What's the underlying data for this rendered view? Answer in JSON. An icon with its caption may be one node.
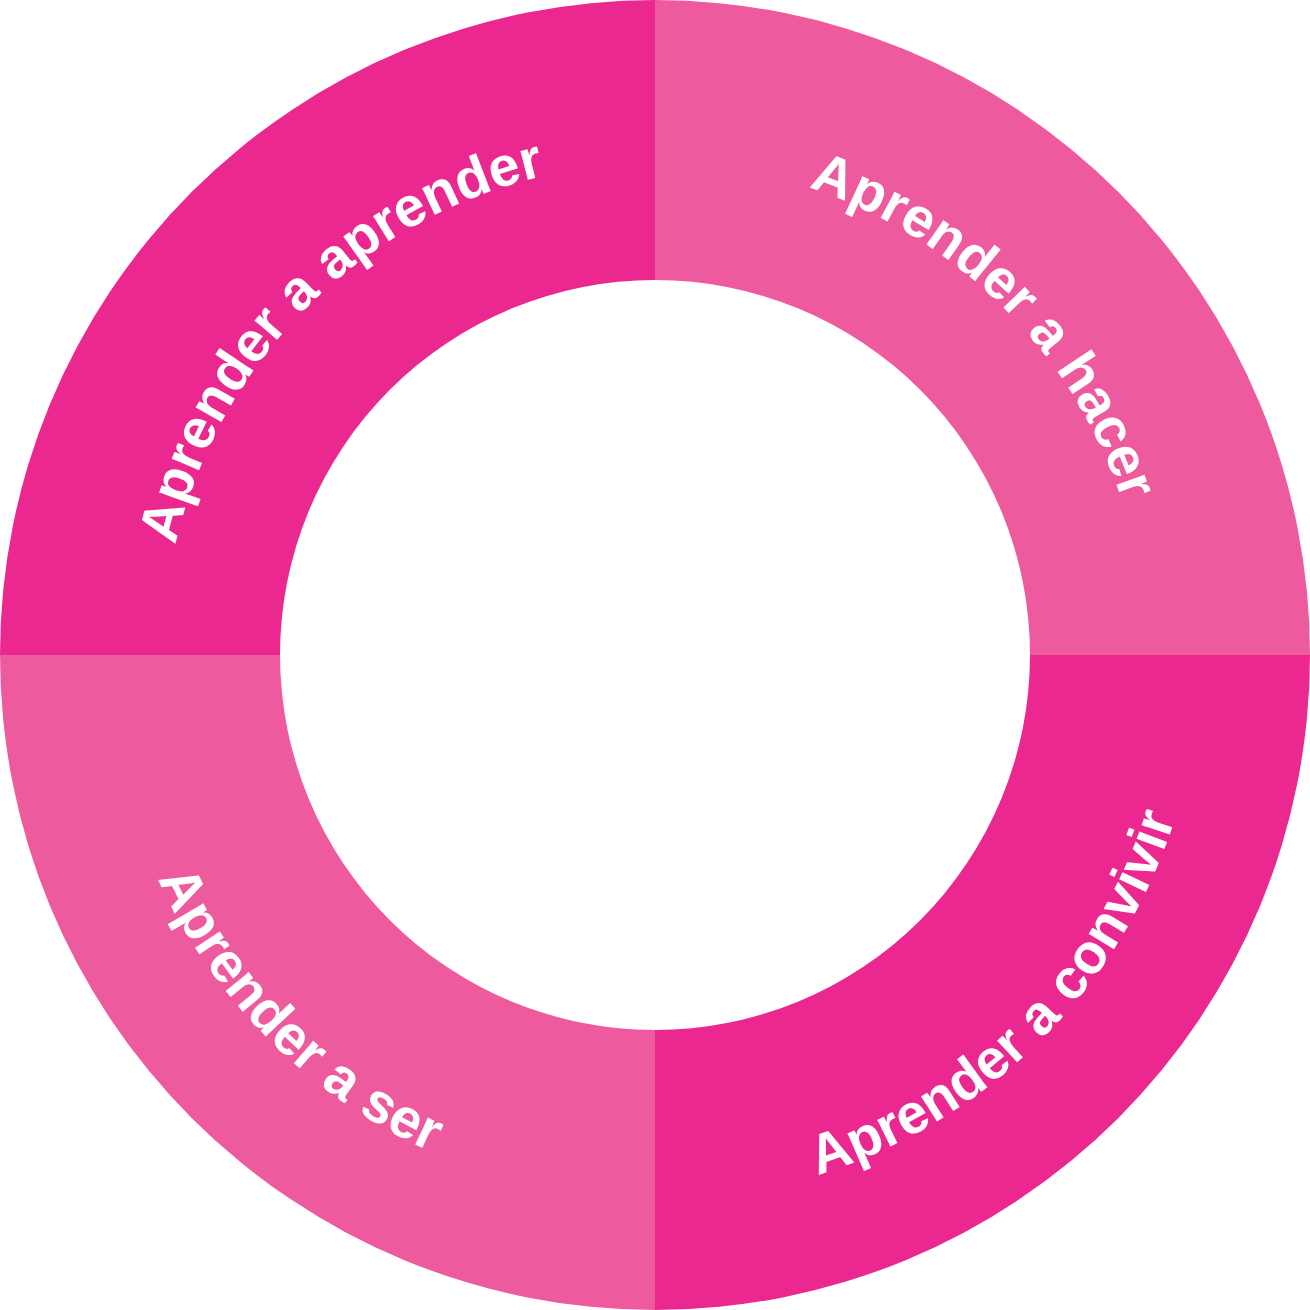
{
  "diagram": {
    "nodes": [
      {
        "text": [
          "Aprender a aprender"
        ]
      },
      {
        "text": [
          "Aprender a hacer"
        ]
      },
      {
        "text": [
          "Aprender a ser"
        ]
      },
      {
        "text": [
          "Aprender a convivir"
        ]
      }
    ]
  }
}
